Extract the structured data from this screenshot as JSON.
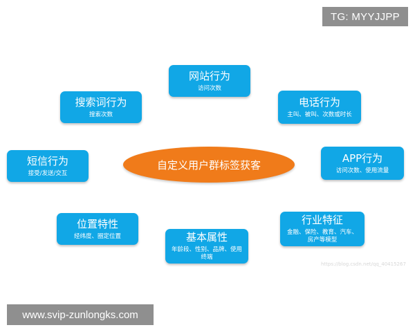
{
  "watermarks": {
    "top_tag": "TG: MYYJJPP",
    "bottom_tag": "www.svip-zunlongks.com",
    "faint_url": "https://blog.csdn.net/qq_40415267"
  },
  "colors": {
    "node_fill": "#11a7e6",
    "center_fill": "#f07b1a",
    "text": "#ffffff"
  },
  "center": {
    "label": "自定义用户群标签获客"
  },
  "nodes": {
    "website": {
      "title": "网站行为",
      "sub": "访问次数"
    },
    "search": {
      "title": "搜索词行为",
      "sub": "搜索次数"
    },
    "phone": {
      "title": "电话行为",
      "sub": "主叫、被叫、次数或时长"
    },
    "sms": {
      "title": "短信行为",
      "sub": "接受/发送/交互"
    },
    "app": {
      "title": "APP行为",
      "sub": "访问次数、使用流量"
    },
    "location": {
      "title": "位置特性",
      "sub": "经纬度、圈定位置"
    },
    "basic": {
      "title": "基本属性",
      "sub": "年龄段、性别、品牌、使用终端"
    },
    "industry": {
      "title": "行业特征",
      "sub": "金融、保险、教育、汽车、房产等模型"
    }
  }
}
